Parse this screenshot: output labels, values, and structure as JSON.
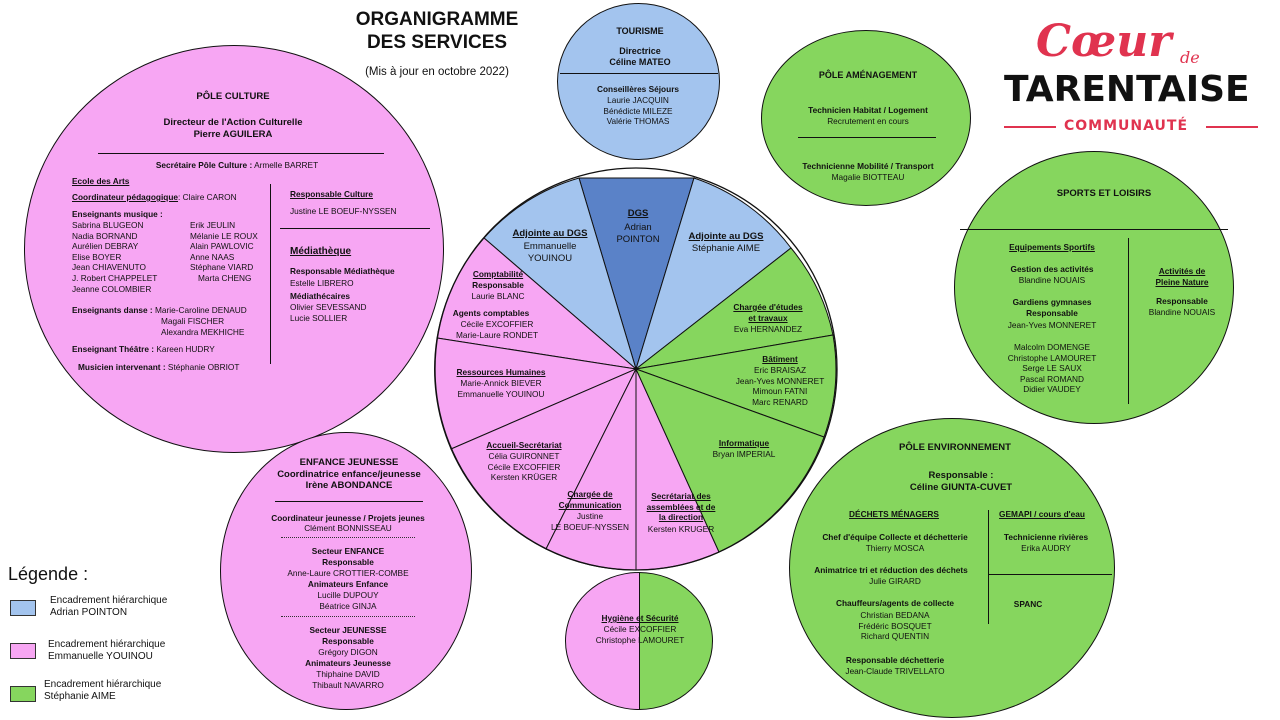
{
  "header": {
    "title_line1": "ORGANIGRAMME",
    "title_line2": "DES SERVICES",
    "subtitle": "(Mis à jour en octobre 2022)"
  },
  "logo": {
    "script_word": "Cœur",
    "script_small": "de",
    "main_word": "TARENTAISE",
    "sub_word": "COMMUNAUTÉ",
    "accent_color": "#e0334f"
  },
  "colors": {
    "blue": "#a3c4ee",
    "pink": "#f7a6f3",
    "green": "#86d65e",
    "dgs": "#5a82c8"
  },
  "culture": {
    "title": "PÔLE CULTURE",
    "director_role": "Directeur de l'Action Culturelle",
    "director_name": "Pierre AGUILERA",
    "secretary_role": "Secrétaire Pôle Culture :",
    "secretary_name": "Armelle  BARRET",
    "ecole": "Ecole des Arts",
    "coord_role": "Coordinateur pédagogique",
    "coord_name": ": Claire CARON",
    "musique_title": "Enseignants musique :",
    "musique_col1": [
      "Sabrina BLUGEON",
      "Nadia BORNAND",
      "Aurélien DEBRAY",
      "Elise BOYER",
      "Jean CHIAVENUTO",
      "J. Robert CHAPPELET",
      "Jeanne COLOMBIER"
    ],
    "musique_col2": [
      "Erik JEULIN",
      "Mélanie LE ROUX",
      "Alain PAWLOVIC",
      "Anne NAAS",
      "Stéphane VIARD",
      "Marta CHENG"
    ],
    "danse_title": "Enseignants danse :",
    "danse_names": [
      "Marie-Caroline DENAUD",
      "Magali FISCHER",
      "Alexandra MEKHICHE"
    ],
    "theatre_title": "Enseignant Théâtre :",
    "theatre_name": "Kareen HUDRY",
    "musicien_title": "Musicien intervenant :",
    "musicien_name": "Stéphanie OBRIOT",
    "resp_culture_title": "Responsable Culture",
    "resp_culture_name": "Justine LE BOEUF-NYSSEN",
    "mediatheque": "Médiathèque",
    "resp_media_title": "Responsable Médiathèque",
    "resp_media_name": "Estelle LIBRERO",
    "mediathecaires_title": "Médiathécaires",
    "mediathecaires": [
      "Olivier SEVESSAND",
      "Lucie SOLLIER"
    ]
  },
  "tourisme": {
    "title": "TOURISME",
    "dir_role": "Directrice",
    "dir_name": "Céline MATEO",
    "sej_title": "Conseillères  Séjours",
    "sej_names": [
      "Laurie JACQUIN",
      "Bénédicte MILEZE",
      "Valérie THOMAS"
    ]
  },
  "amenagement": {
    "title": "PÔLE AMÉNAGEMENT",
    "role1": "Technicien Habitat / Logement",
    "name1": "Recrutement en cours",
    "role2": "Technicienne Mobilité / Transport",
    "name2": "Magalie BIOTTEAU"
  },
  "sports": {
    "title": "SPORTS ET LOISIRS",
    "equip_title": "Equipements Sportifs",
    "gestion_title": "Gestion des activités",
    "gestion_name": "Blandine NOUAIS",
    "gardiens_title1": "Gardiens  gymnases",
    "gardiens_title2": "Responsable",
    "gardiens_name": "Jean-Yves MONNERET",
    "gardiens_names": [
      "Malcolm DOMENGE",
      "Christophe LAMOURET",
      "Serge LE SAUX",
      "Pascal ROMAND",
      "Didier VAUDEY"
    ],
    "pleine_title1": "Activités de",
    "pleine_title2": "Pleine Nature",
    "pleine_resp": "Responsable",
    "pleine_name": "Blandine NOUAIS"
  },
  "environnement": {
    "title": "PÔLE ENVIRONNEMENT",
    "resp_title": "Responsable :",
    "resp_name": "Céline GIUNTA-CUVET",
    "dechets_title": "DÉCHETS MÉNAGERS",
    "chef_title": "Chef d'équipe Collecte et déchetterie",
    "chef_name": "Thierry MOSCA",
    "animatrice_title": "Animatrice tri et réduction  des déchets",
    "animatrice_name": "Julie GIRARD",
    "chauffeurs_title": "Chauffeurs/agents de collecte",
    "chauffeurs_names": [
      "Christian BEDANA",
      "Frédéric BOSQUET",
      "Richard QUENTIN"
    ],
    "resp_dech_title": "Responsable déchetterie",
    "resp_dech_name": "Jean-Claude TRIVELLATO",
    "gemapi_title": "GEMAPI / cours d'eau",
    "tech_riv_title": "Technicienne rivières",
    "tech_riv_name": "Erika AUDRY",
    "spanc": "SPANC"
  },
  "enfance": {
    "title": "ENFANCE JEUNESSE",
    "coord_role": "Coordinatrice enfance/jeunesse",
    "coord_name": "Irène ABONDANCE",
    "cj_title": "Coordinateur jeunesse / Projets jeunes",
    "cj_name": "Clément BONNISSEAU",
    "secteur_enf_title": "Secteur ENFANCE",
    "secteur_enf_resp": "Responsable",
    "secteur_enf_name": "Anne-Laure CROTTIER-COMBE",
    "anim_enf_title": "Animateurs Enfance",
    "anim_enf_names": [
      "Lucille DUPOUY",
      "Béatrice GINJA"
    ],
    "secteur_jeu_title": "Secteur JEUNESSE",
    "secteur_jeu_resp": "Responsable",
    "secteur_jeu_name": "Grégory DIGON",
    "anim_jeu_title": "Animateurs Jeunesse",
    "anim_jeu_names": [
      "Thiphaine DAVID",
      "Thibault NAVARRO"
    ]
  },
  "hygiene": {
    "title": "Hygiène et Sécurité",
    "names": [
      "Cécile EXCOFFIER",
      "Christophe LAMOURET"
    ]
  },
  "wheel": {
    "dgs_title": "DGS",
    "dgs_name1": "Adrian",
    "dgs_name2": "POINTON",
    "adj_left_title": "Adjointe au DGS",
    "adj_left_name1": "Emmanuelle",
    "adj_left_name2": "YOUINOU",
    "adj_right_title": "Adjointe au DGS",
    "adj_right_name": "Stéphanie AIME",
    "compta_title": "Comptabilité",
    "compta_resp": "Responsable",
    "compta_name": "Laurie BLANC",
    "agents_title": "Agents comptables",
    "agents_names": [
      "Cécile EXCOFFIER",
      "Marie-Laure RONDET"
    ],
    "rh_title": "Ressources Humaines",
    "rh_names": [
      "Marie-Annick BIEVER",
      "Emmanuelle YOUINOU"
    ],
    "accueil_title": "Accueil-Secrétariat",
    "accueil_names": [
      "Célia GUIRONNET",
      "Cécile EXCOFFIER",
      "Kersten KRÜGER"
    ],
    "comm_title1": "Chargée de",
    "comm_title2": "Communication",
    "comm_name1": "Justine",
    "comm_name2": "LE BOEUF-NYSSEN",
    "secr_title1": "Secrétariat des",
    "secr_title2": "assemblées et de",
    "secr_title3": "la direction",
    "secr_name": "Kersten KRUGER",
    "etudes_title1": "Chargée d'études",
    "etudes_title2": "et travaux",
    "etudes_name": "Eva HERNANDEZ",
    "batiment_title": "Bâtiment",
    "batiment_names": [
      "Eric BRAISAZ",
      "Jean-Yves MONNERET",
      "Mimoun FATNI",
      "Marc RENARD"
    ],
    "info_title": "Informatique",
    "info_name": "Bryan IMPERIAL"
  },
  "legend": {
    "title": "Légende :",
    "items": [
      {
        "line1": "Encadrement hiérarchique",
        "line2": "Adrian POINTON",
        "color": "#a3c4ee"
      },
      {
        "line1": "Encadrement hiérarchique",
        "line2": "Emmanuelle YOUINOU",
        "color": "#f7a6f3"
      },
      {
        "line1": "Encadrement hiérarchique",
        "line2": "Stéphanie AIME",
        "color": "#86d65e"
      }
    ]
  }
}
